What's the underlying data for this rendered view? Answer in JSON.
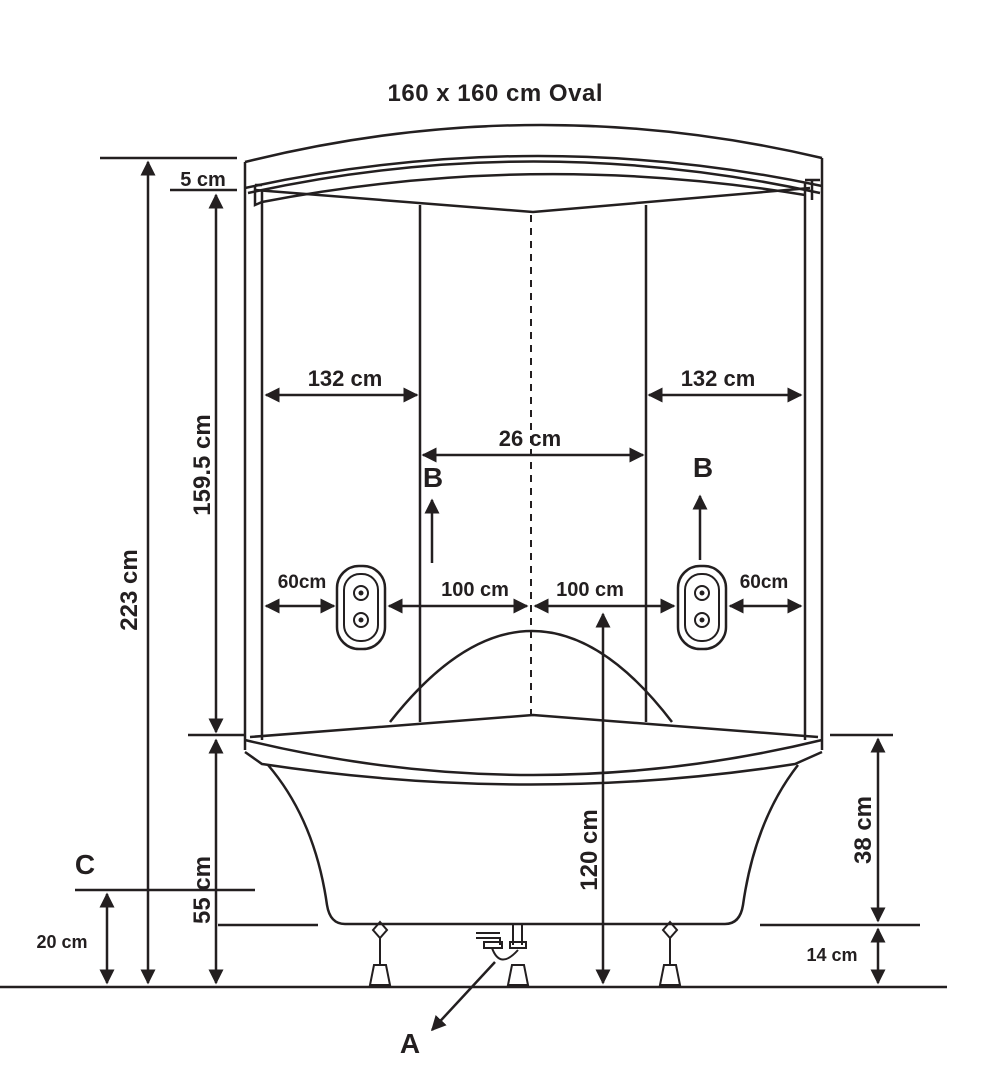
{
  "title": "160 x 160 cm  Oval",
  "colors": {
    "ink": "#231f20",
    "background": "#ffffff"
  },
  "dimensions": {
    "total_height": "223 cm",
    "top_frame": "5 cm",
    "cabin_height": "159.5 cm",
    "tub_height": "55 cm",
    "drain_height": "20 cm",
    "left_wall": "132 cm",
    "right_wall": "132 cm",
    "center_panel": "26 cm",
    "left_jet_offset": "60cm",
    "left_center": "100 cm",
    "right_center": "100 cm",
    "right_jet_offset": "60cm",
    "seat_height": "120 cm",
    "tub_body": "38 cm",
    "legs": "14 cm"
  },
  "markers": {
    "a": "A",
    "b_left": "B",
    "b_right": "B",
    "c": "C"
  }
}
